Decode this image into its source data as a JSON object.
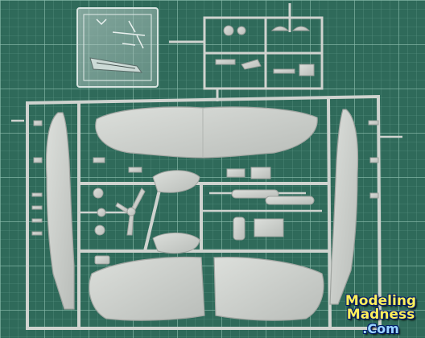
{
  "photo": {
    "subject": "plastic model kit sprues on cutting mat",
    "mat_color": "#2f6a5a",
    "grid_color": "#7fb0a0",
    "plastic_color": "#cfd3cf",
    "clear_parts_color": "#b8c8c4"
  },
  "watermark": {
    "line1": "Modeling",
    "line2": "Madness",
    "line3": ".Com"
  }
}
